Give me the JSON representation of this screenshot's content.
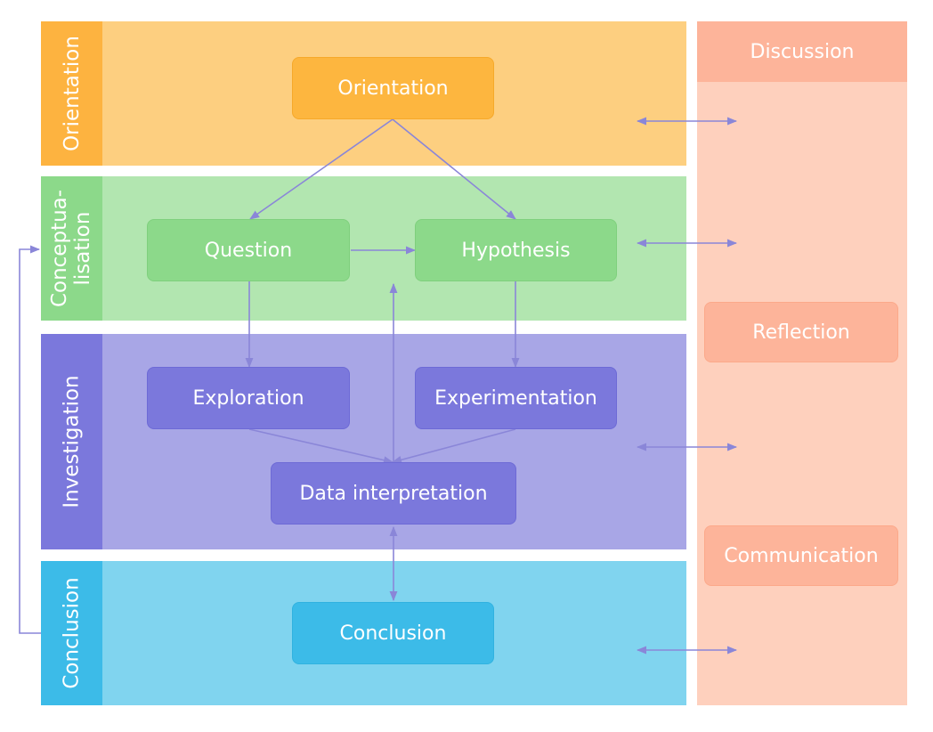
{
  "phases": {
    "orientation": {
      "label": "Orientation"
    },
    "conceptualisation": {
      "label_line1": "Conceptua-",
      "label_line2": "lisation"
    },
    "investigation": {
      "label": "Investigation"
    },
    "conclusion": {
      "label": "Conclusion"
    }
  },
  "nodes": {
    "orientation": "Orientation",
    "question": "Question",
    "hypothesis": "Hypothesis",
    "exploration": "Exploration",
    "experimentation": "Experimentation",
    "data_interpretation": "Data interpretation",
    "conclusion": "Conclusion"
  },
  "discussion": {
    "title": "Discussion",
    "reflection": "Reflection",
    "communication": "Communication"
  },
  "colors": {
    "orientation_band": "#fdcf80",
    "orientation_side": "#fdb340",
    "orientation_node": "#fdb63f",
    "concept_band": "#b2e6b0",
    "concept_side": "#8cd98a",
    "concept_node": "#8cd98a",
    "investigation_band": "#a8a6e6",
    "investigation_side": "#7b78dc",
    "investigation_node": "#7b78dc",
    "conclusion_band": "#80d4ef",
    "conclusion_side": "#3cbbe8",
    "conclusion_node": "#3cbbe8",
    "discussion_panel": "#fed0bd",
    "discussion_head": "#fdb49a",
    "arrow": "#8a86d8"
  }
}
